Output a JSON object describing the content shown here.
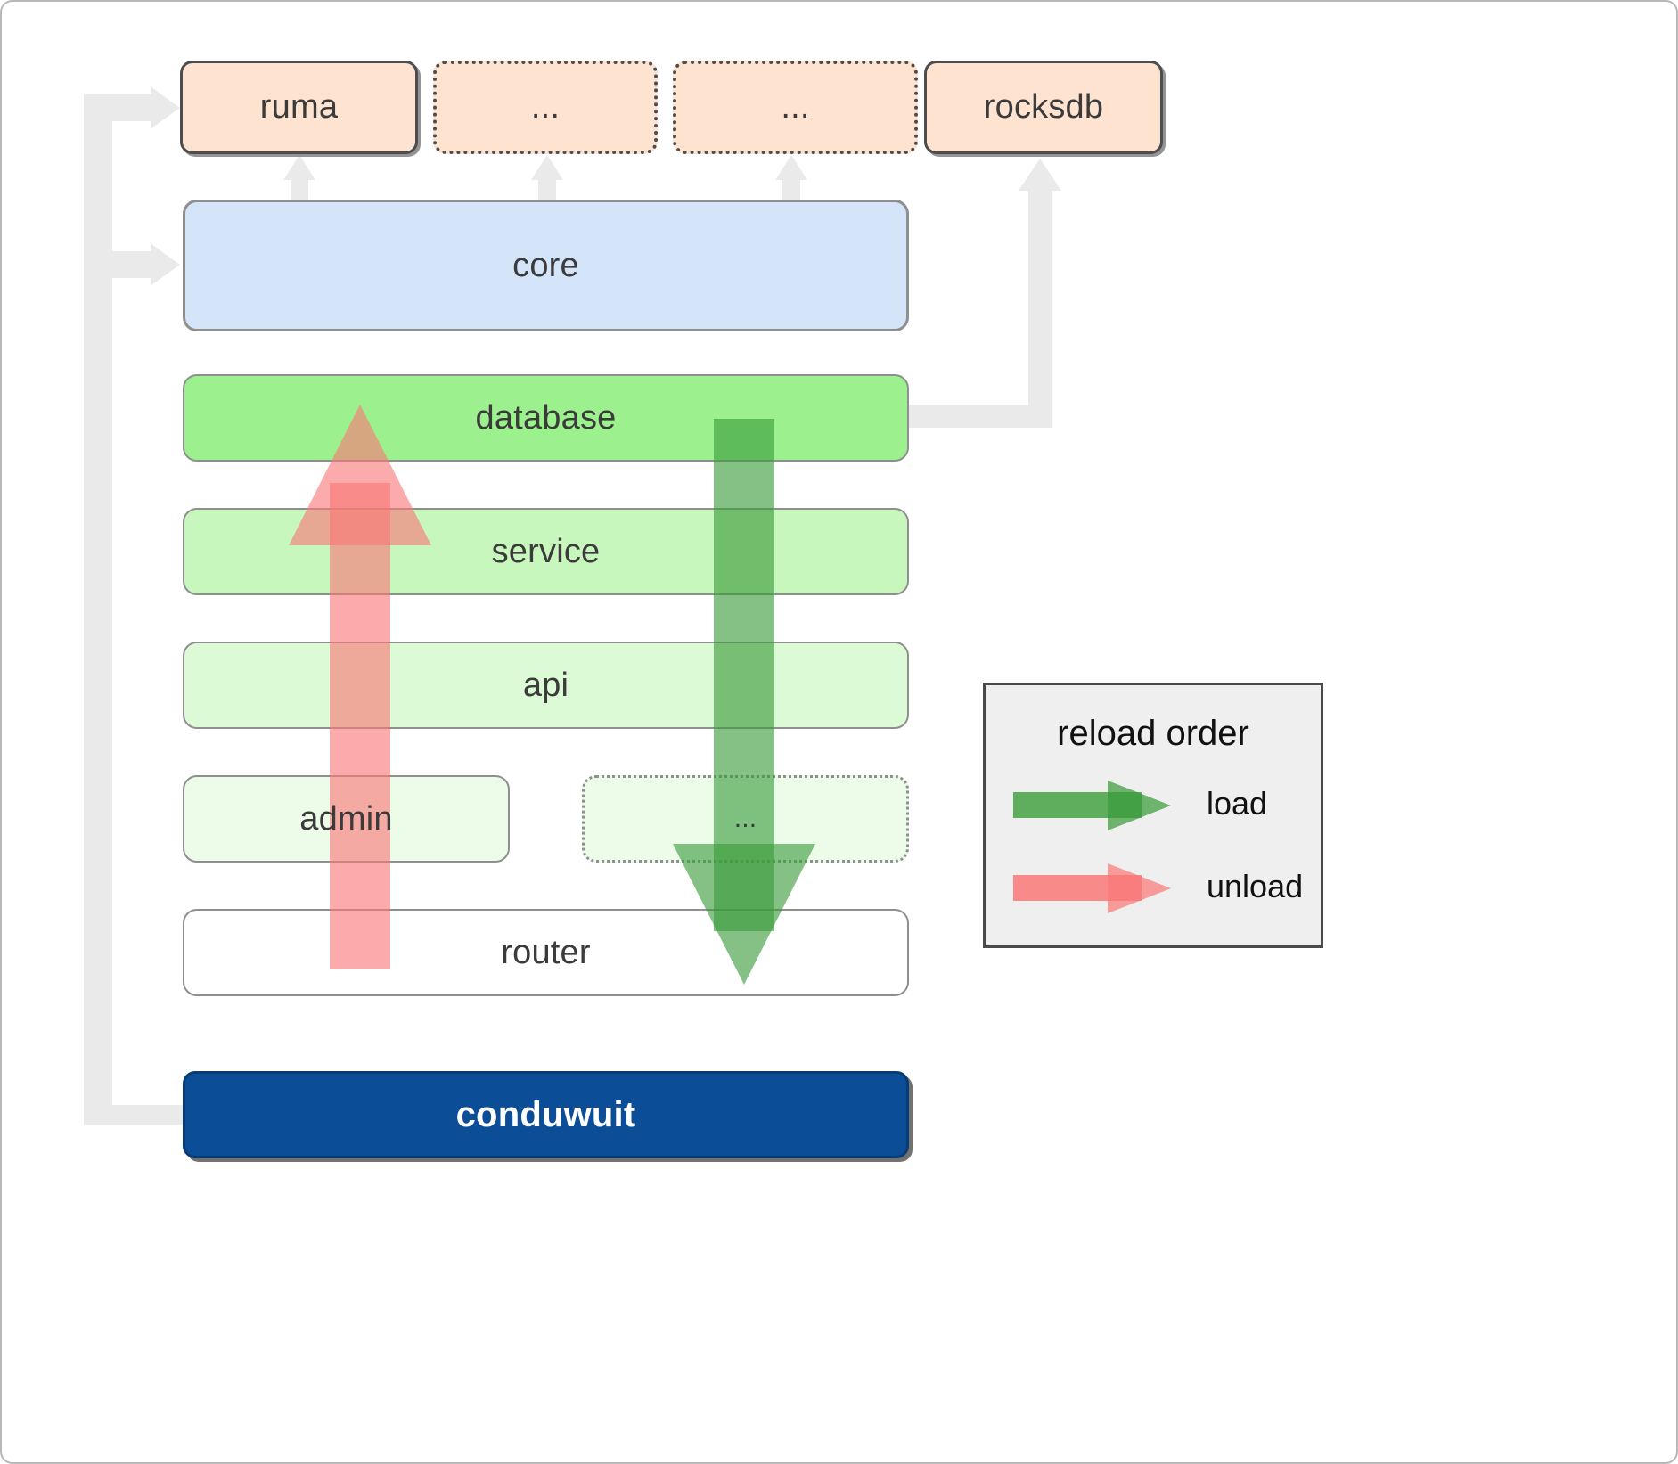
{
  "diagram": {
    "title": "conduwuit crate dependency and reload order diagram",
    "colors": {
      "dependency_box": "#fde3d0",
      "core_box": "#d4e5fa",
      "database_layer": "#9cf18e",
      "service_layer": "#c8f7bd",
      "api_layer": "#ddfad6",
      "admin_layer": "#edfce9",
      "router_layer": "#ffffff",
      "root_box": "#0b4d96",
      "load_arrow": "#4caf50",
      "unload_arrow": "#f98a8a",
      "connector": "#eaeaea",
      "legend_bg": "#efefef"
    },
    "external_deps": [
      {
        "label": "ruma",
        "style": "solid"
      },
      {
        "label": "...",
        "style": "dotted"
      },
      {
        "label": "...",
        "style": "dotted"
      },
      {
        "label": "rocksdb",
        "style": "solid"
      }
    ],
    "core": {
      "label": "core"
    },
    "layers": [
      {
        "label": "database",
        "style": "solid"
      },
      {
        "label": "service",
        "style": "solid"
      },
      {
        "label": "api",
        "style": "solid"
      },
      {
        "label": "admin",
        "style": "solid"
      },
      {
        "label": "...",
        "style": "dotted"
      },
      {
        "label": "router",
        "style": "solid"
      }
    ],
    "root": {
      "label": "conduwuit"
    },
    "legend": {
      "title": "reload order",
      "items": [
        {
          "label": "load",
          "color": "#4caf50"
        },
        {
          "label": "unload",
          "color": "#f98a8a"
        }
      ]
    }
  }
}
